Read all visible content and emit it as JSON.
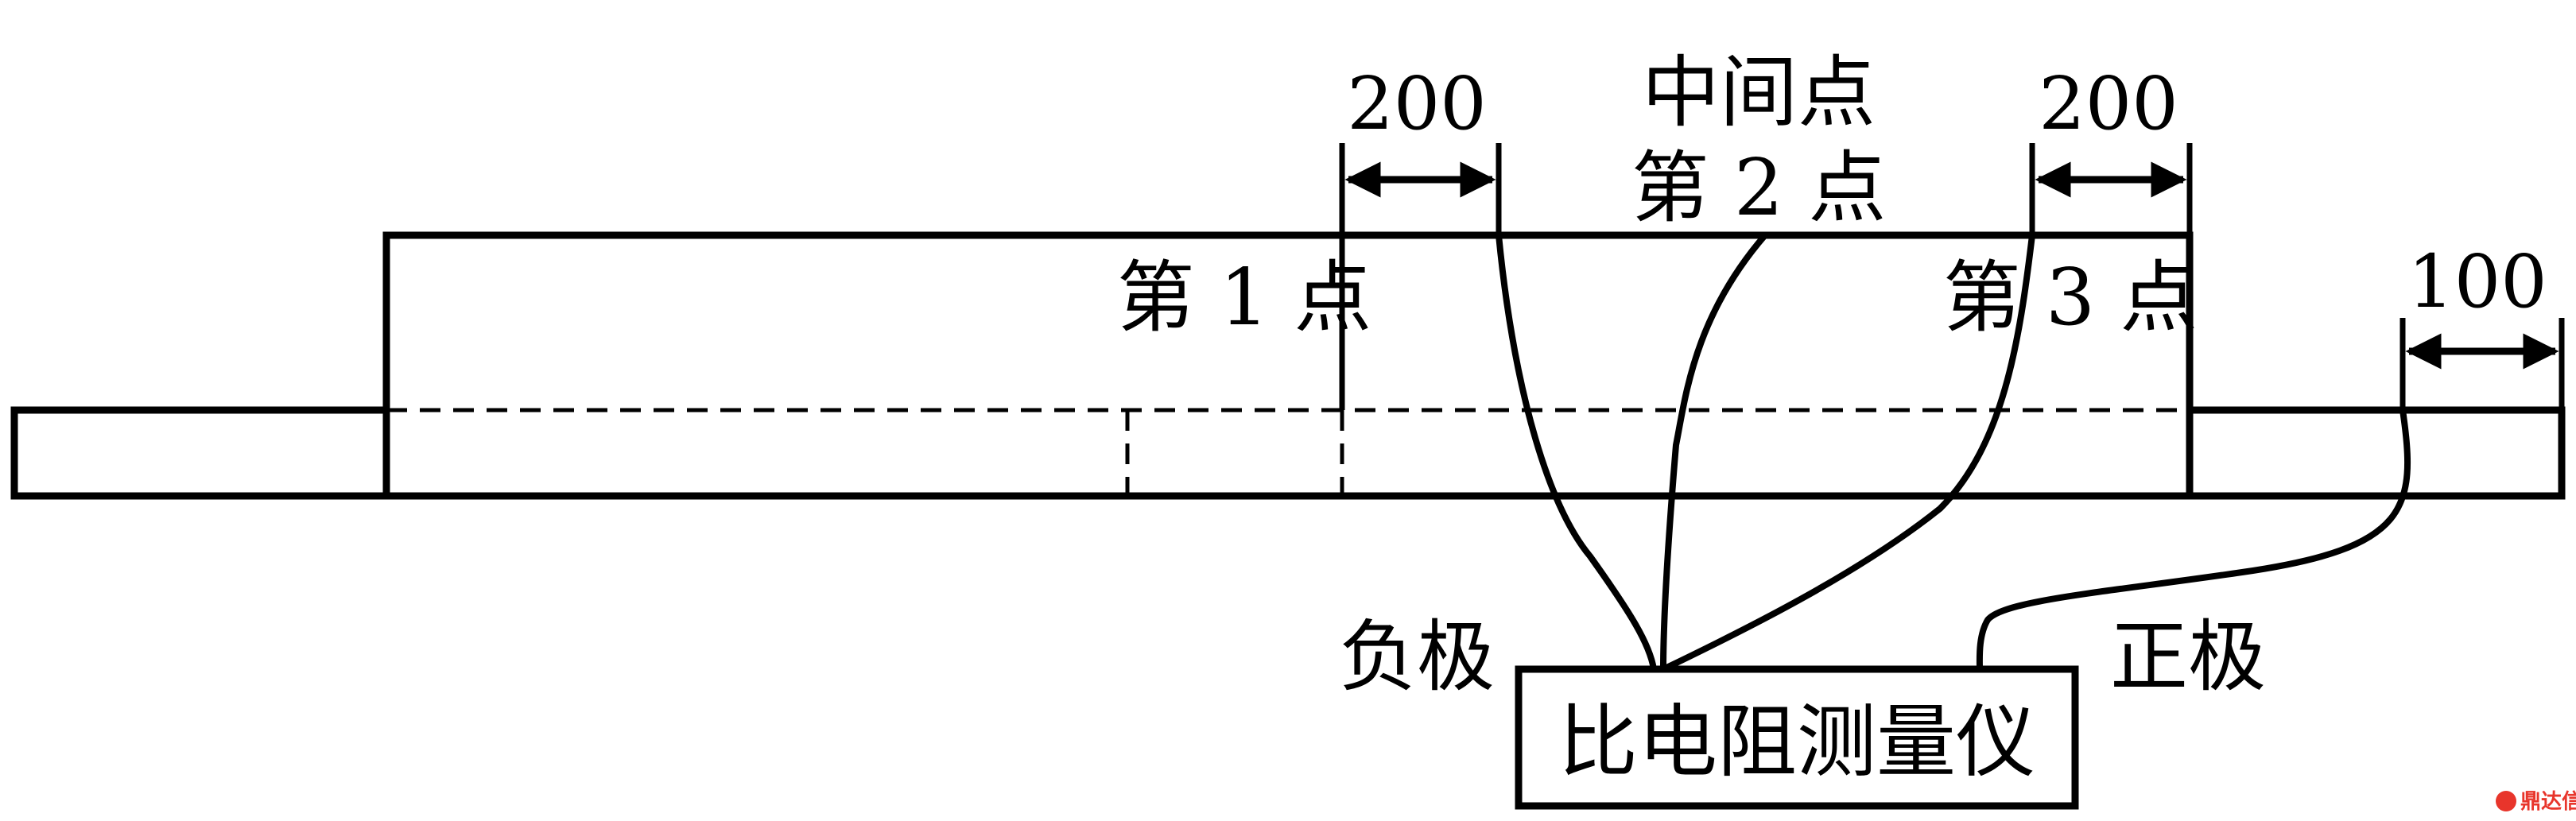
{
  "labels": {
    "midpoint_line1": "中间点",
    "midpoint_line2": "第 2 点",
    "point1": "第 1 点",
    "point3": "第 3 点",
    "negative": "负极",
    "positive": "正极",
    "instrument": "比电阻测量仪"
  },
  "dimensions": {
    "left_spacing": "200",
    "right_spacing": "200",
    "end_spacing": "100"
  },
  "watermark": "鼎达信",
  "colors": {
    "line": "#000000",
    "background": "#ffffff",
    "watermark": "#e8352b"
  }
}
